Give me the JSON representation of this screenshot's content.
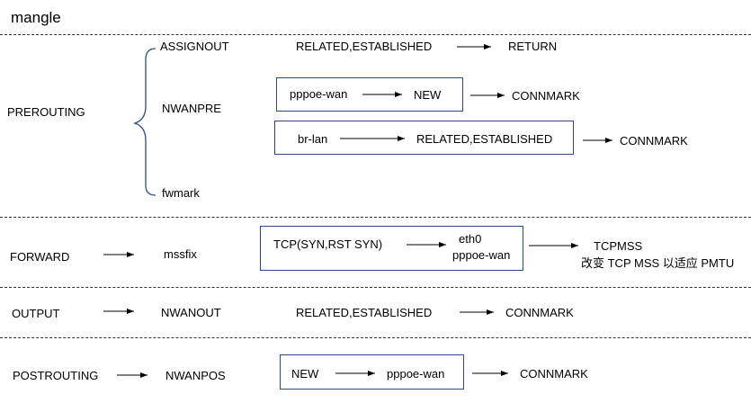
{
  "title": "mangle",
  "prerouting": {
    "label": "PREROUTING",
    "assignout": {
      "chain": "ASSIGNOUT",
      "state": "RELATED,ESTABLISHED",
      "target": "RETURN"
    },
    "nwanpre": {
      "chain": "NWANPRE",
      "rule1": {
        "iface": "pppoe-wan",
        "state": "NEW",
        "target": "CONNMARK"
      },
      "rule2": {
        "iface": "br-lan",
        "state": "RELATED,ESTABLISHED",
        "target": "CONNMARK"
      }
    },
    "fwmark": {
      "chain": "fwmark"
    }
  },
  "forward": {
    "label": "FORWARD",
    "chain": "mssfix",
    "match": "TCP(SYN,RST SYN)",
    "iface1": "eth0",
    "iface2": "pppoe-wan",
    "target": "TCPMSS",
    "note": "改变 TCP MSS 以适应 PMTU"
  },
  "output": {
    "label": "OUTPUT",
    "chain": "NWANOUT",
    "state": "RELATED,ESTABLISHED",
    "target": "CONNMARK"
  },
  "postrouting": {
    "label": "POSTROUTING",
    "chain": "NWANPOS",
    "state": "NEW",
    "iface": "pppoe-wan",
    "target": "CONNMARK"
  }
}
